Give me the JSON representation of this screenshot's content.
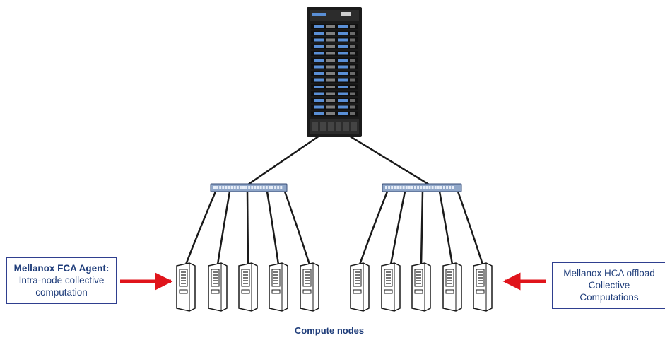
{
  "colors": {
    "cable": "#1a1a1a",
    "arrow": "#e0141b",
    "callout_border": "#2f3f8f",
    "callout_text": "#1f3d7a",
    "rack_body": "#1b1b1b",
    "rack_module": "#5a8fd6",
    "leaf_switch": "#8fa6c8"
  },
  "diagram": {
    "core_switch": {
      "icon": "core-switch-chassis-icon"
    },
    "leaf_switches": [
      {
        "icon": "leaf-switch-icon"
      },
      {
        "icon": "leaf-switch-icon"
      }
    ],
    "server_groups": [
      {
        "server_count": 5,
        "icon": "server-tower-icon"
      },
      {
        "server_count": 5,
        "icon": "server-tower-icon"
      }
    ],
    "caption": "Compute nodes"
  },
  "callouts": {
    "left": {
      "title": "Mellanox FCA Agent:",
      "line1": "Intra-node collective",
      "line2": "computation"
    },
    "right": {
      "line1": "Mellanox HCA offload",
      "line2": "Collective",
      "line3": "Computations"
    }
  }
}
